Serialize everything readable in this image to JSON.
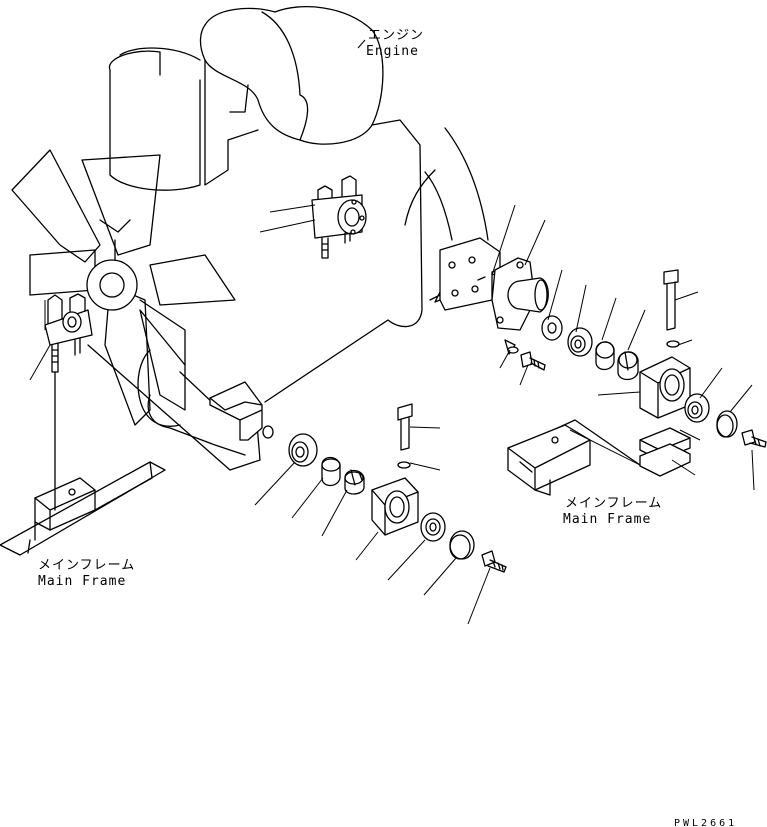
{
  "labels": {
    "engine_jp": "エンジン",
    "engine_en": "Engine",
    "frame_left_jp": "メインフレーム",
    "frame_left_en": "Main Frame",
    "frame_right_jp": "メインフレーム",
    "frame_right_en": "Main Frame"
  },
  "drawing_ref": "PWL2661"
}
